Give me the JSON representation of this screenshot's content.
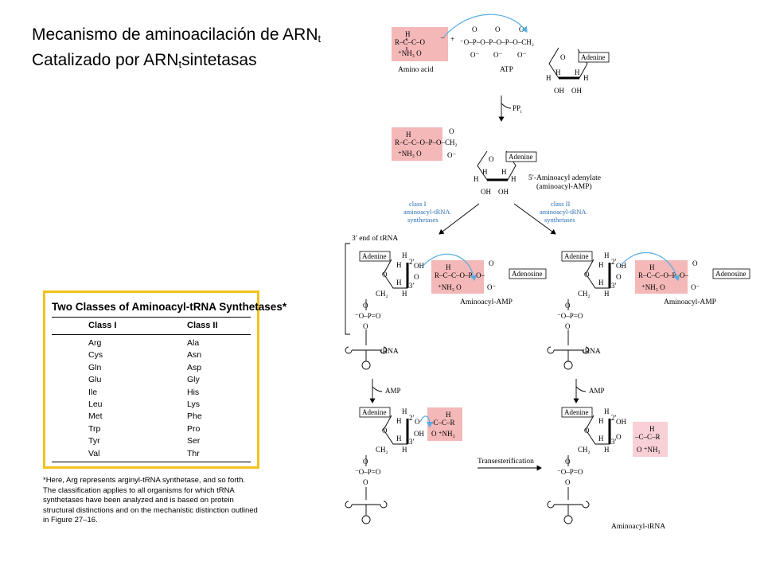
{
  "title": {
    "line1_main": "Mecanismo de aminoacilación de ARN",
    "line1_sub": "t",
    "line2_prefix": "Catalizado por ARN",
    "line2_sub": "t",
    "line2_suffix": "sintetasas"
  },
  "table": {
    "title": "Two Classes of Aminoacyl-tRNA Synthetases*",
    "headers": [
      "Class I",
      "Class II"
    ],
    "class_i": [
      "Arg",
      "Cys",
      "Gln",
      "Glu",
      "Ile",
      "Leu",
      "Met",
      "Trp",
      "Tyr",
      "Val"
    ],
    "class_ii": [
      "Ala",
      "Asn",
      "Asp",
      "Gly",
      "His",
      "Lys",
      "Phe",
      "Pro",
      "Ser",
      "Thr"
    ],
    "footnote": "*Here, Arg represents arginyl-tRNA synthetase, and so forth. The classification applies to all organisms for which tRNA synthetases have been analyzed and is based on protein structural distinctions and on the mechanistic distinction outlined in Figure 27–16."
  },
  "labels": {
    "amino_acid": "Amino acid",
    "atp": "ATP",
    "ppi": "PP",
    "ppi_sub": "i",
    "adenine": "Adenine",
    "adenosine": "Adenosine",
    "aminoacyl_adenylate": "5′-Aminoacyl adenylate",
    "aminoacyl_amp_paren": "(aminoacyl-AMP)",
    "aminoacyl_amp": "Aminoacyl-AMP",
    "class_i": [
      "class I",
      "aminoacyl-tRNA",
      "synthetases"
    ],
    "class_ii": [
      "class II",
      "aminoacyl-tRNA",
      "synthetases"
    ],
    "trna_end": "3′ end of tRNA",
    "trna": "tRNA",
    "amp": "AMP",
    "transesterification": "Transesterification",
    "aminoacyl_trna": "Aminoacyl-tRNA"
  },
  "colors": {
    "table_border": "#f2c21b",
    "highlight": "#f4b8b8",
    "arrow_curve": "#59aee0",
    "class_label": "#2a6fb3"
  }
}
